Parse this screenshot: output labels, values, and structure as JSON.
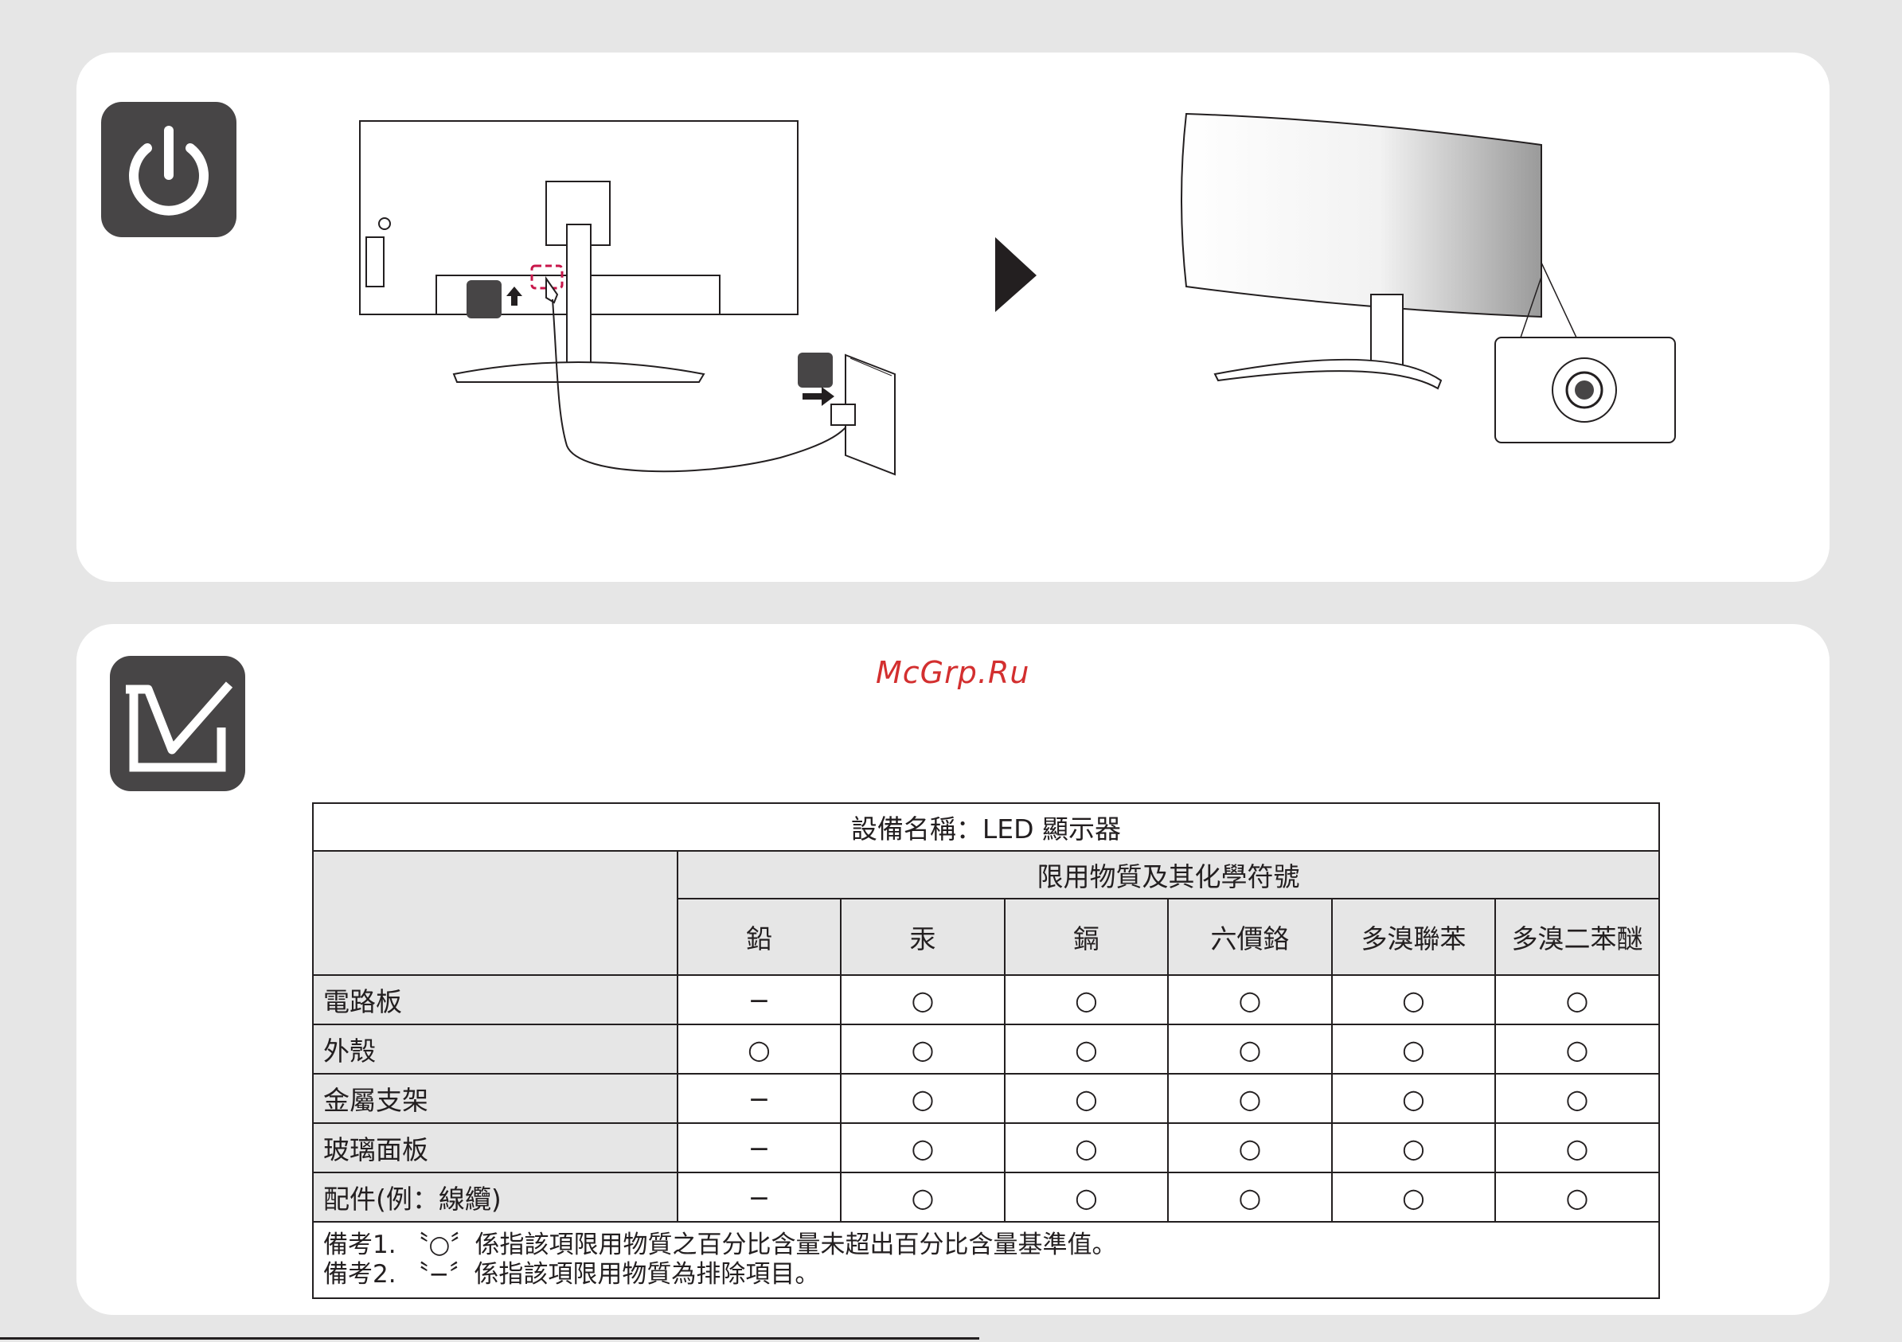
{
  "table": {
    "title": "設備名稱：LED 顯示器",
    "group_header": "限用物質及其化學符號",
    "columns": [
      "鉛",
      "汞",
      "鎘",
      "六價鉻",
      "多溴聯苯",
      "多溴二苯醚"
    ],
    "rows": [
      {
        "name": "電路板",
        "values": [
          "−",
          "○",
          "○",
          "○",
          "○",
          "○"
        ]
      },
      {
        "name": "外殼",
        "values": [
          "○",
          "○",
          "○",
          "○",
          "○",
          "○"
        ]
      },
      {
        "name": "金屬支架",
        "values": [
          "−",
          "○",
          "○",
          "○",
          "○",
          "○"
        ]
      },
      {
        "name": "玻璃面板",
        "values": [
          "−",
          "○",
          "○",
          "○",
          "○",
          "○"
        ]
      },
      {
        "name": "配件(例：線纜)",
        "values": [
          "−",
          "○",
          "○",
          "○",
          "○",
          "○"
        ]
      }
    ],
    "notes": [
      "備考1. 〝○〞係指該項限用物質之百分比含量未超出百分比含量基準值。",
      "備考2. 〝−〞係指該項限用物質為排除項目。"
    ]
  },
  "watermark": "McGrp.Ru",
  "icons": {
    "power": "power-icon",
    "checkmark": "checkmark-icon",
    "arrow": "arrow-right-icon"
  },
  "colors": {
    "badge": "#474546",
    "highlight": "#c8164a",
    "watermark": "#d32f2f",
    "panel_bg": "#ffffff",
    "page_bg": "#e6e6e6",
    "header_shade": "#e6e6e6"
  }
}
